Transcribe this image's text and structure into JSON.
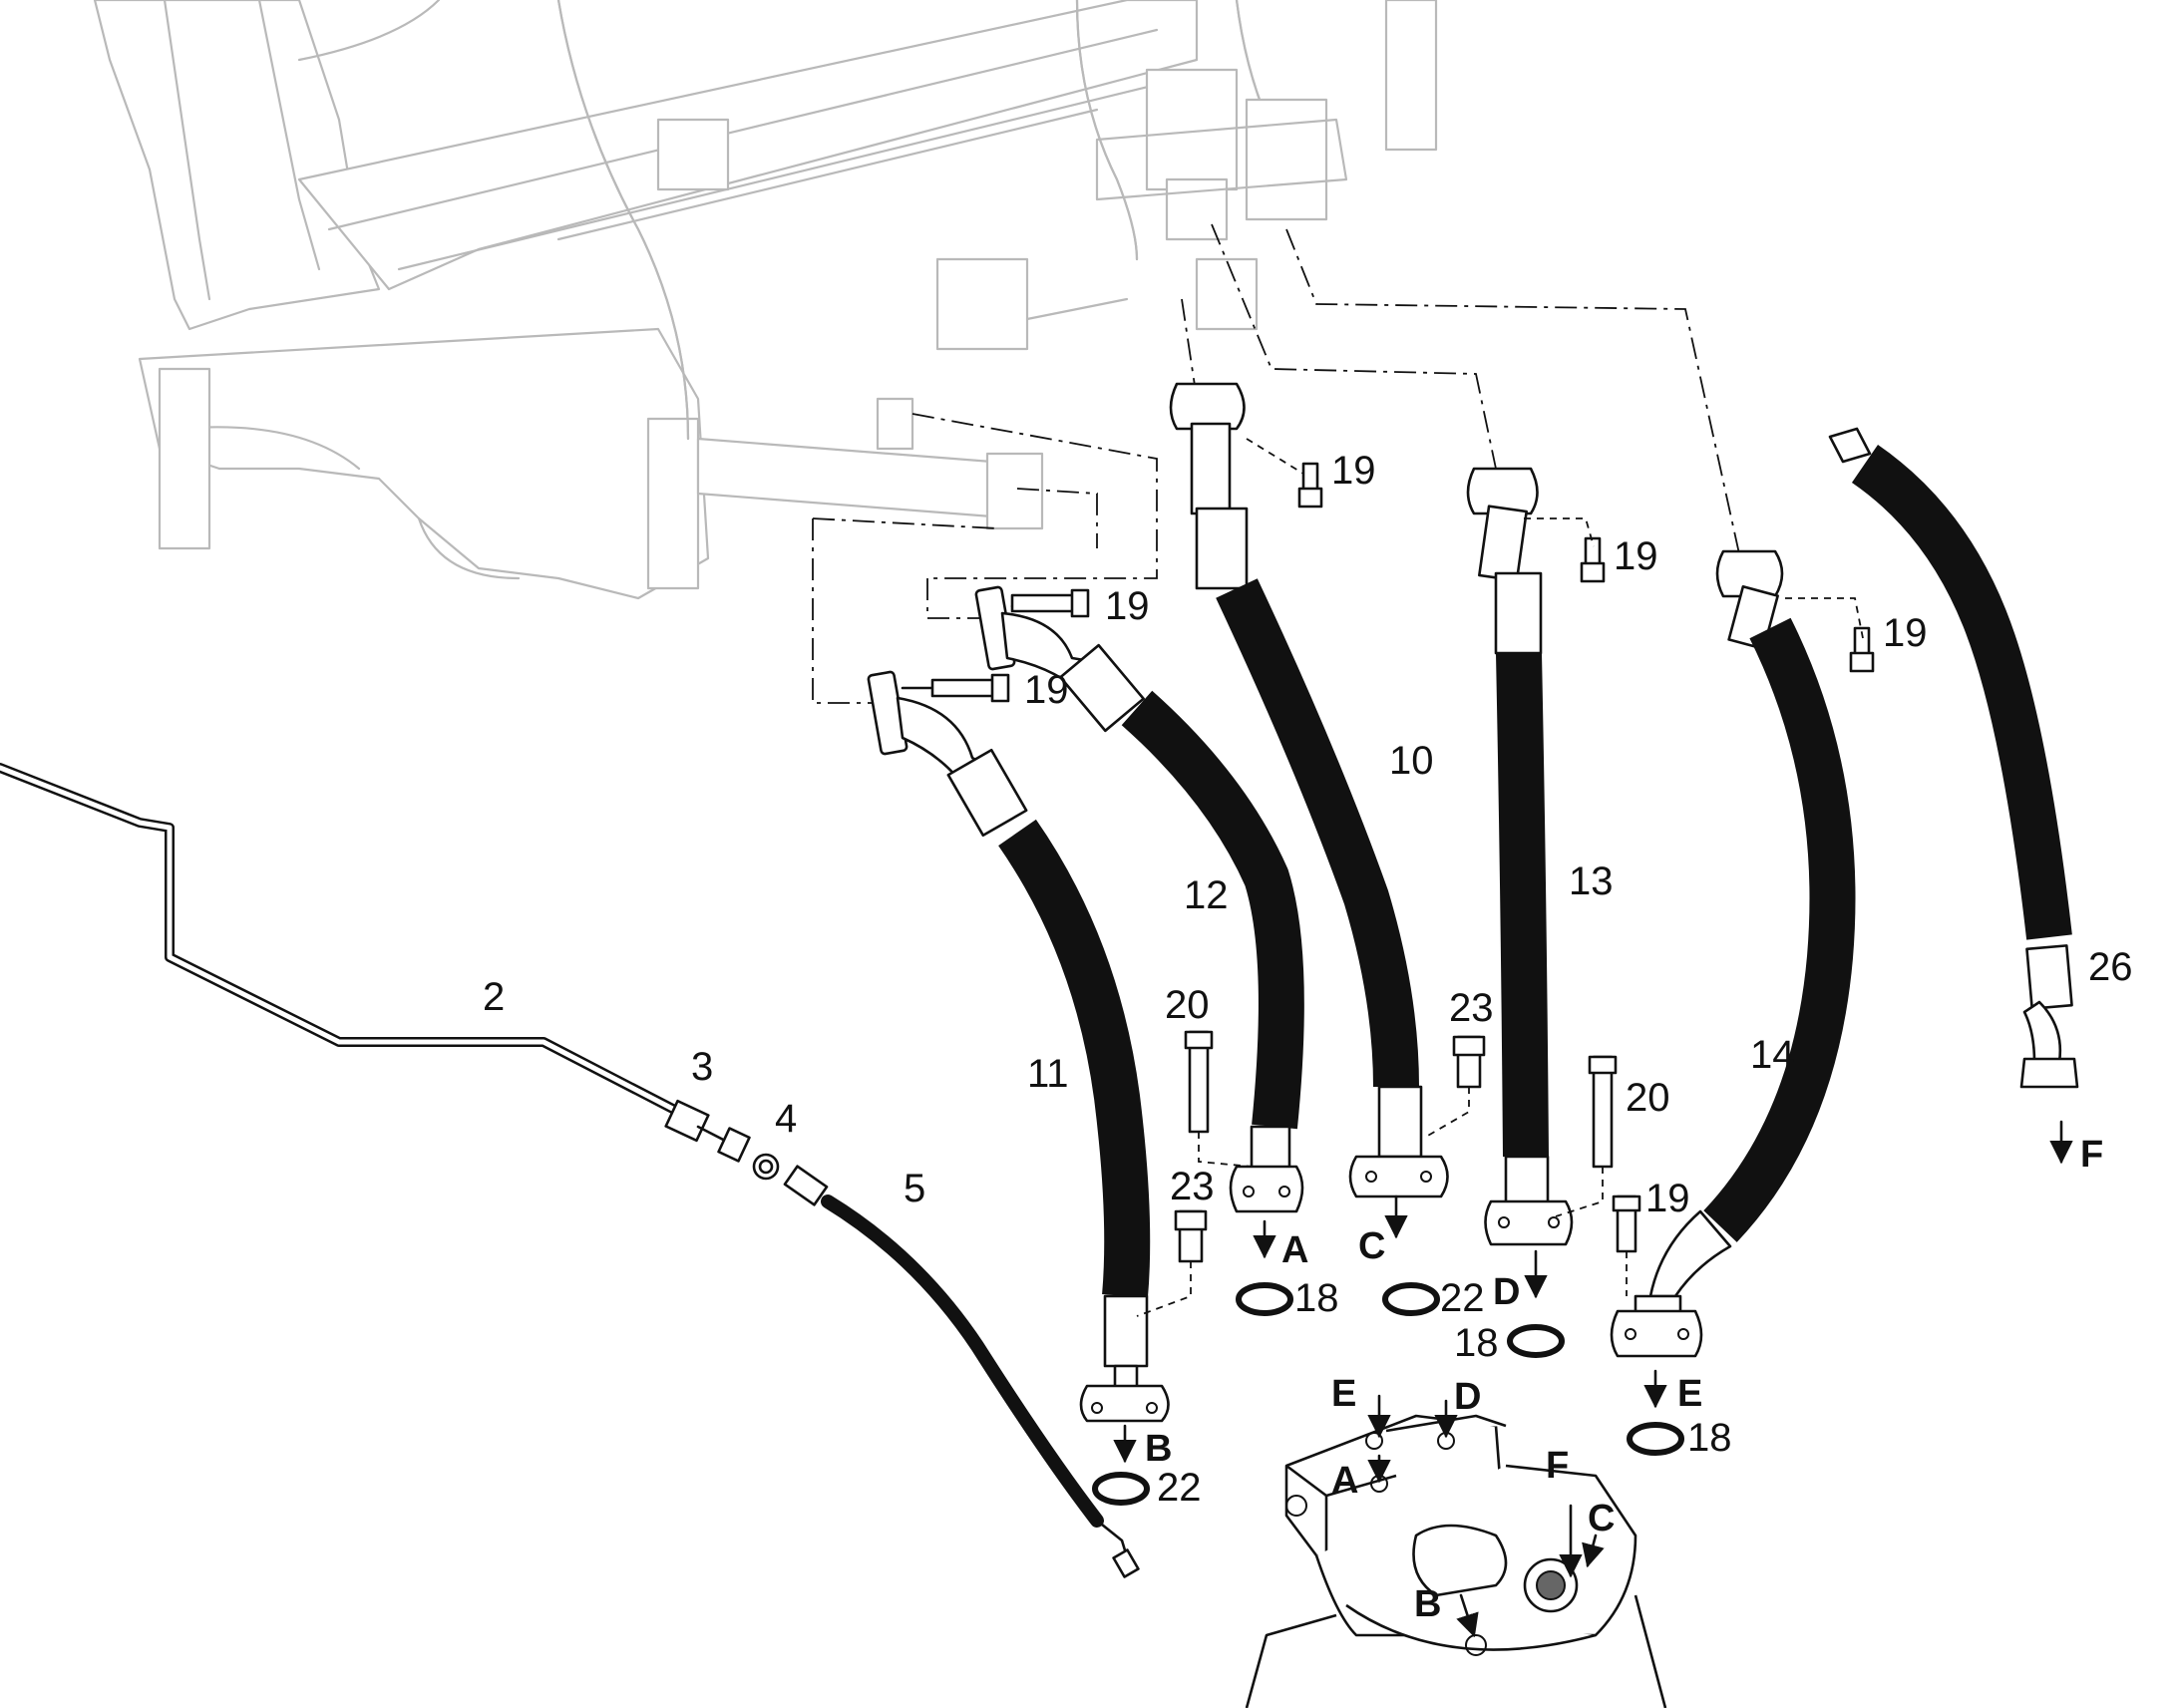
{
  "callouts": {
    "n2": "2",
    "n3": "3",
    "n4": "4",
    "n5": "5",
    "n10": "10",
    "n11": "11",
    "n12": "12",
    "n13": "13",
    "n14": "14",
    "n18a": "18",
    "n18b": "18",
    "n18c": "18",
    "n19a": "19",
    "n19b": "19",
    "n19c": "19",
    "n19d": "19",
    "n19e": "19",
    "n19f": "19",
    "n20a": "20",
    "n20b": "20",
    "n22a": "22",
    "n22b": "22",
    "n23a": "23",
    "n23b": "23",
    "n26": "26"
  },
  "ports": {
    "hose_a": "A",
    "hose_b": "B",
    "hose_c": "C",
    "hose_d": "D",
    "hose_e": "E",
    "hose_f": "F",
    "block_a": "A",
    "block_b": "B",
    "block_c": "C",
    "block_d": "D",
    "block_e": "E",
    "block_f": "F"
  }
}
